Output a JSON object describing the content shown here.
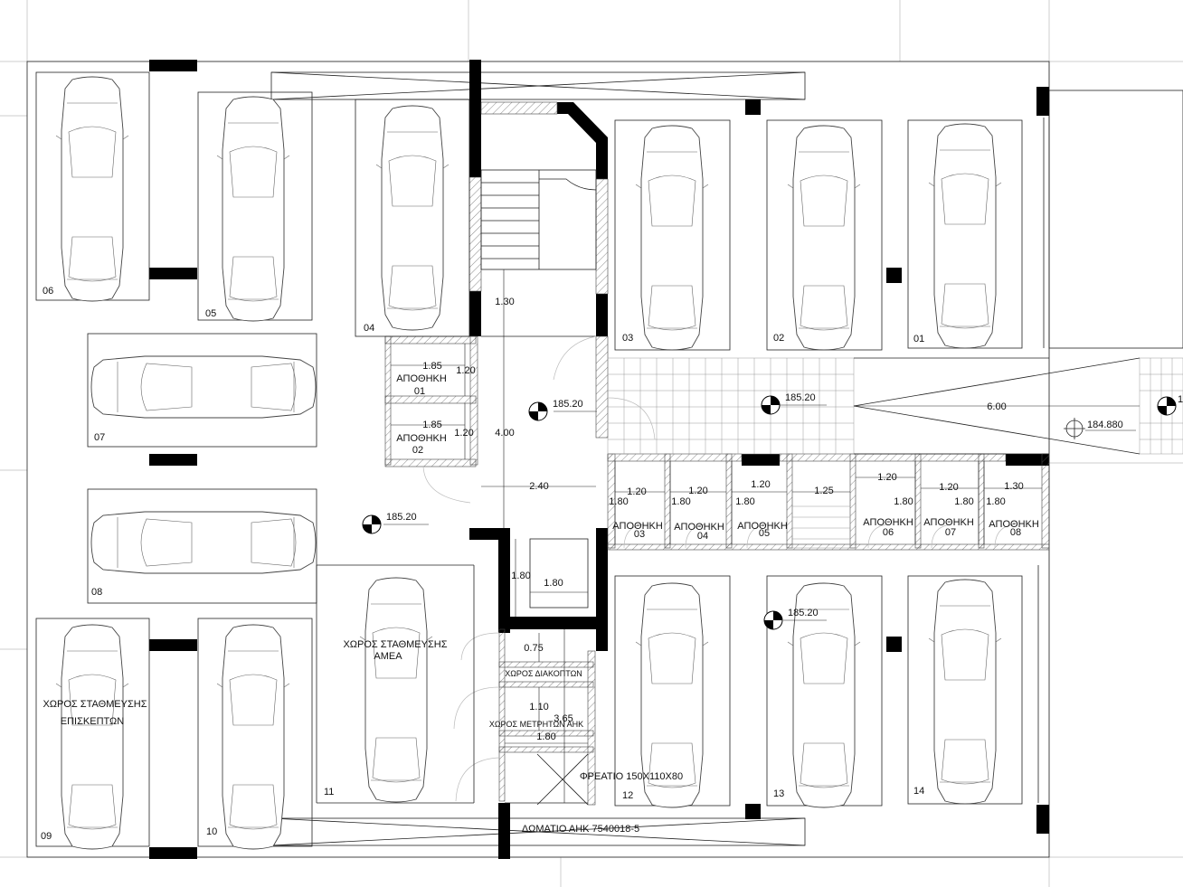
{
  "parking_spaces": [
    {
      "id": "s06",
      "number": "06"
    },
    {
      "id": "s05",
      "number": "05"
    },
    {
      "id": "s04",
      "number": "04"
    },
    {
      "id": "s03",
      "number": "03"
    },
    {
      "id": "s02",
      "number": "02"
    },
    {
      "id": "s01",
      "number": "01"
    },
    {
      "id": "s07",
      "number": "07"
    },
    {
      "id": "s08",
      "number": "08"
    },
    {
      "id": "s09",
      "number": "09"
    },
    {
      "id": "s10",
      "number": "10"
    },
    {
      "id": "s11",
      "number": "11"
    },
    {
      "id": "s12",
      "number": "12"
    },
    {
      "id": "s13",
      "number": "13"
    },
    {
      "id": "s14",
      "number": "14"
    }
  ],
  "storage_rooms": [
    {
      "label": "ΑΠΟΘΗΚΗ",
      "number": "01"
    },
    {
      "label": "ΑΠΟΘΗΚΗ",
      "number": "02"
    },
    {
      "label": "ΑΠΟΘΗΚΗ",
      "number": "03"
    },
    {
      "label": "ΑΠΟΘΗΚΗ",
      "number": "04"
    },
    {
      "label": "ΑΠΟΘΗΚΗ",
      "number": "05"
    },
    {
      "label": "ΑΠΟΘΗΚΗ",
      "number": "06"
    },
    {
      "label": "ΑΠΟΘΗΚΗ",
      "number": "07"
    },
    {
      "label": "ΑΠΟΘΗΚΗ",
      "number": "08"
    }
  ],
  "zones": {
    "visitors_line1": "ΧΩΡΟΣ ΣΤΑΘΜΕΥΣΗΣ",
    "visitors_line2": "ΕΠΙΣΚΕΠΤΩΝ",
    "disabled_line1": "ΧΩΡΟΣ ΣΤΑΘΜΕΥΣΗΣ",
    "disabled_line2": "ΑΜΕΑ",
    "switch_room": "ΧΩΡΟΣ ΔΙΑΚΟΠΤΩΝ",
    "meter_room": "ΧΩΡΟΣ ΜΕΤΡΗΤΩΝ ΑΗΚ",
    "manhole": "ΦΡΕΑΤΙΟ 150Χ110Χ80",
    "utility_room": "ΔΩΜΑΤΙΟ ΑΗΚ 7540018-5"
  },
  "levels": {
    "l1": "185.20",
    "l2": "185.20",
    "l3": "185.20",
    "l4": "185.20",
    "l5": "184.880",
    "l6": "1"
  },
  "dimensions": {
    "store1_w": "1.85",
    "store1_h": "1.20",
    "store2_w": "1.85",
    "store2_h": "1.20",
    "stair_w": "1.30",
    "corridor_h": "4.00",
    "corridor_w": "2.40",
    "ramp_len": "6.00",
    "s3_w": "1.20",
    "s3_h": "1.80",
    "s4_w": "1.20",
    "s4_h": "1.80",
    "s5_w": "1.20",
    "s5_h": "1.80",
    "gap_w": "1.25",
    "s6_w": "1.20",
    "s6_h": "1.80",
    "s7_w": "1.20",
    "s7_h": "1.80",
    "s8_w": "1.30",
    "s8_h": "1.80",
    "shaft_h": "1.80",
    "shaft_w": "1.80",
    "switch_h": "0.75",
    "meter_h": "1.10",
    "service_h": "3.65",
    "service_w": "1.80"
  }
}
